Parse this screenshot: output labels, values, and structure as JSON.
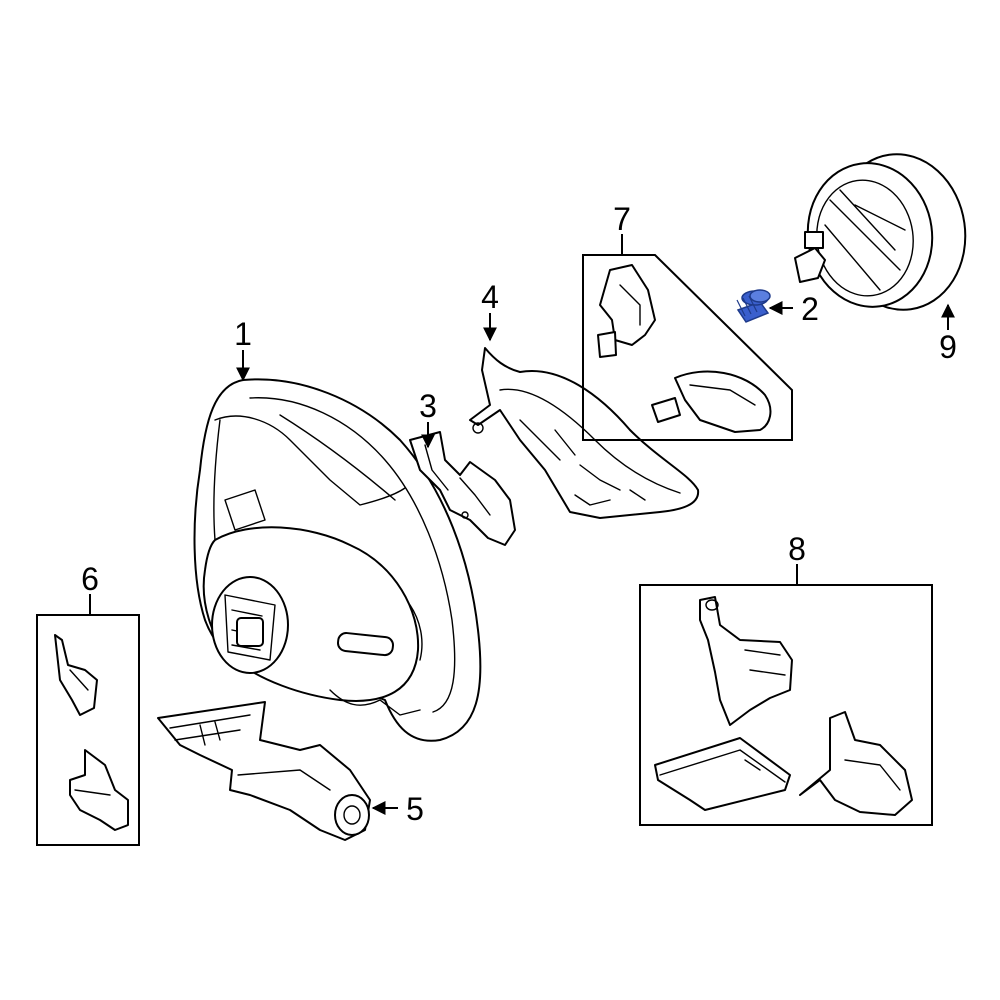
{
  "callouts": {
    "c1": "1",
    "c2": "2",
    "c3": "3",
    "c4": "4",
    "c5": "5",
    "c6": "6",
    "c7": "7",
    "c8": "8",
    "c9": "9"
  },
  "colors": {
    "line": "#000000",
    "highlight_part": "#3a5fcd",
    "highlight_part_dark": "#1e3a8a",
    "background": "#ffffff"
  }
}
